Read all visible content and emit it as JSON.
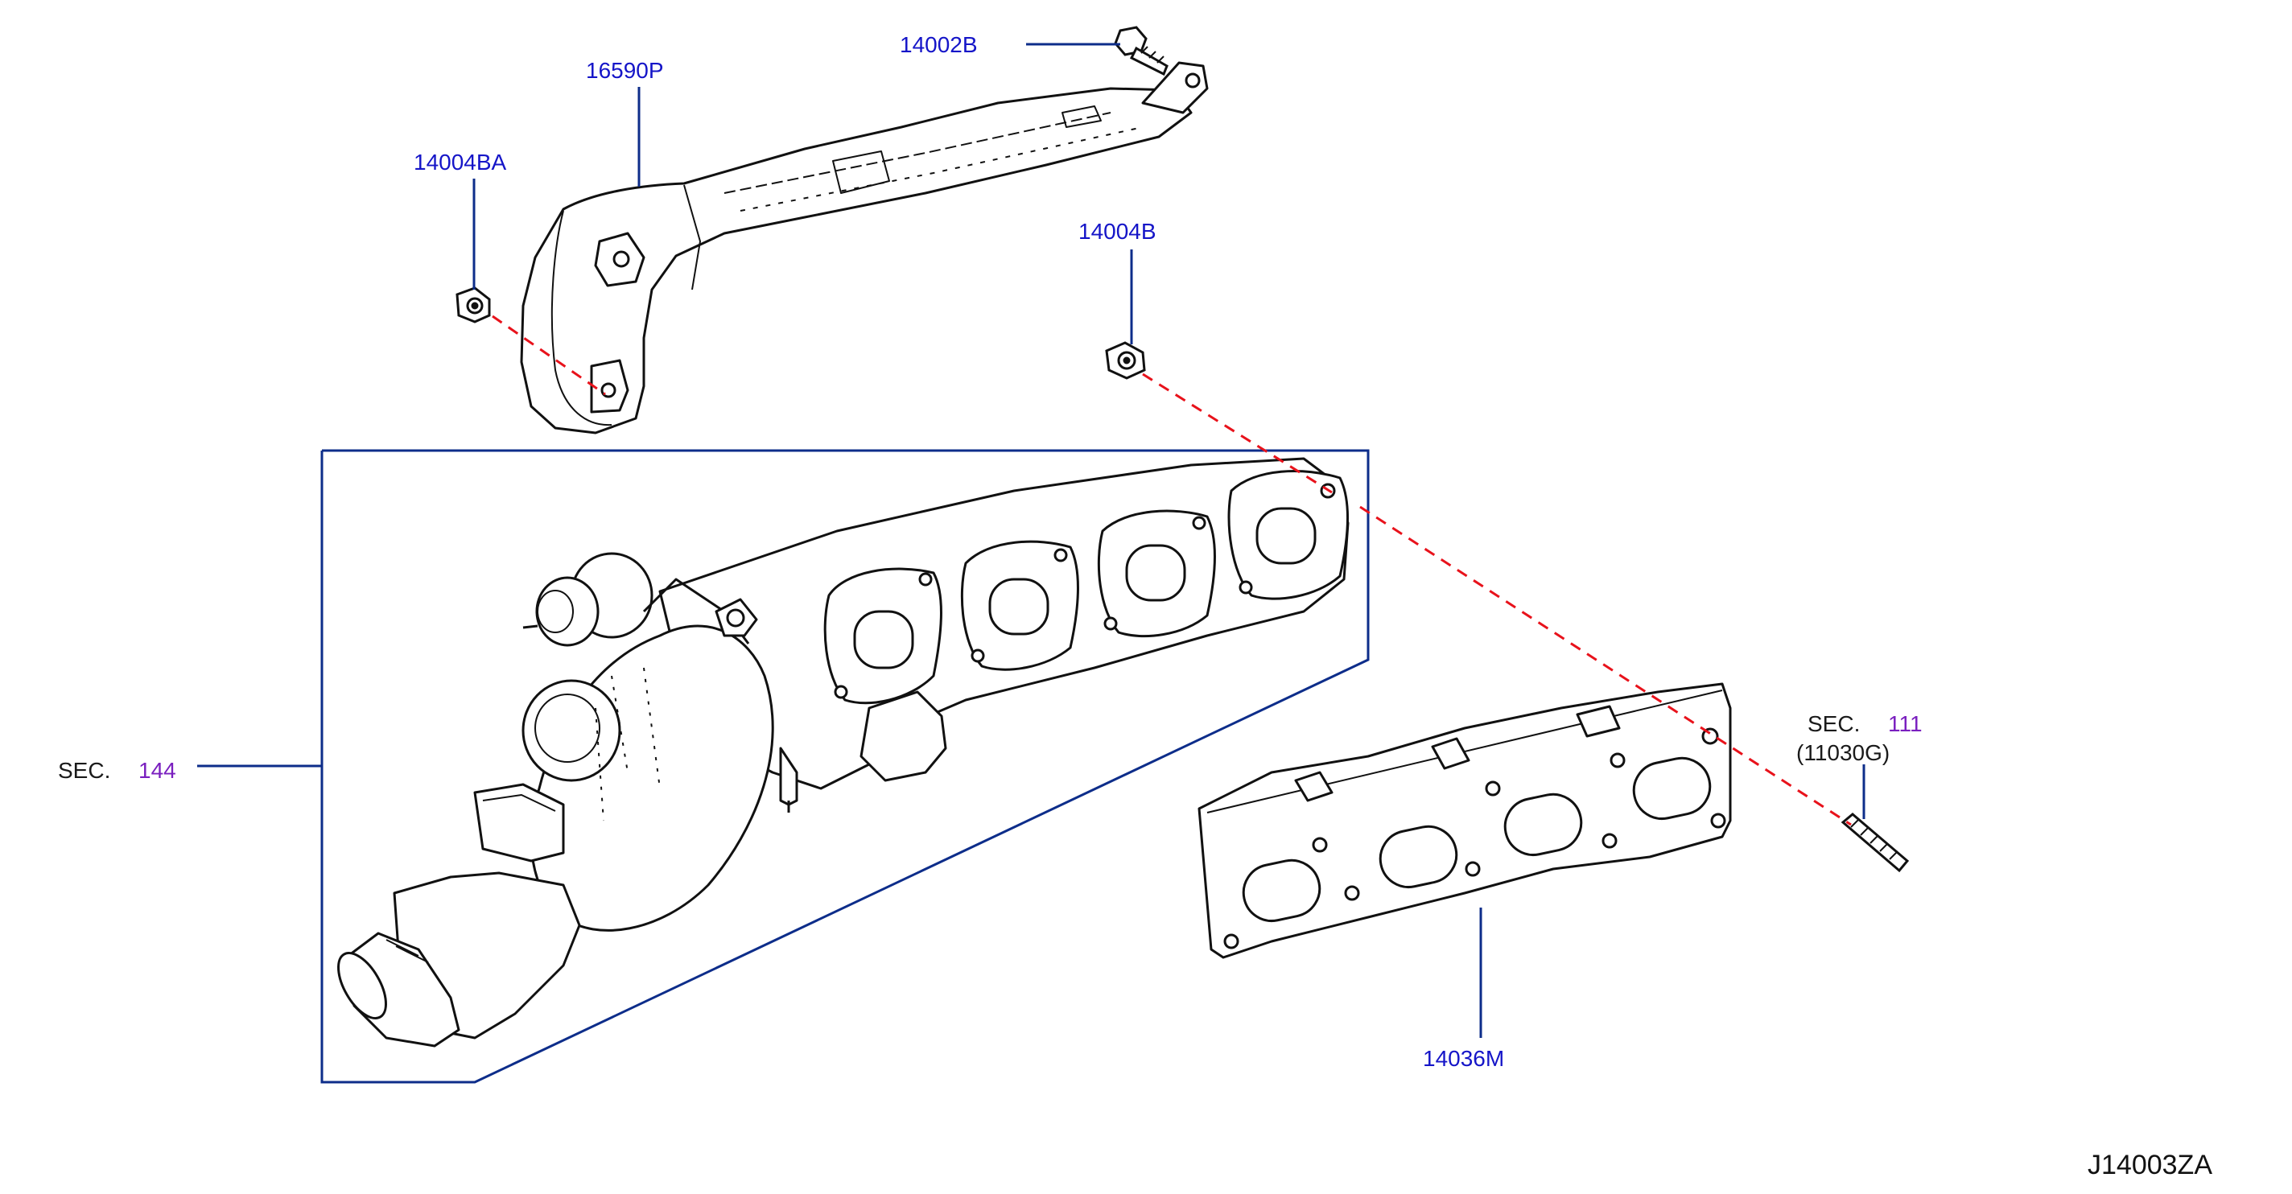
{
  "labels": {
    "p14002B": "14002B",
    "p16590P": "16590P",
    "p14004BA": "14004BA",
    "p14004B": "14004B",
    "p14036M": "14036M",
    "sec144_prefix": "SEC.",
    "sec144_num": "144",
    "sec111_prefix": "SEC.",
    "sec111_num": "111",
    "sec111_sub": "(11030G)",
    "diagram_ref": "J14003ZA"
  },
  "colors": {
    "part_label": "#1515c8",
    "section_number": "#7a1fbf",
    "leader_line": "#0d2d8a",
    "dashed_line": "#e8121b",
    "drawing": "#111111"
  }
}
